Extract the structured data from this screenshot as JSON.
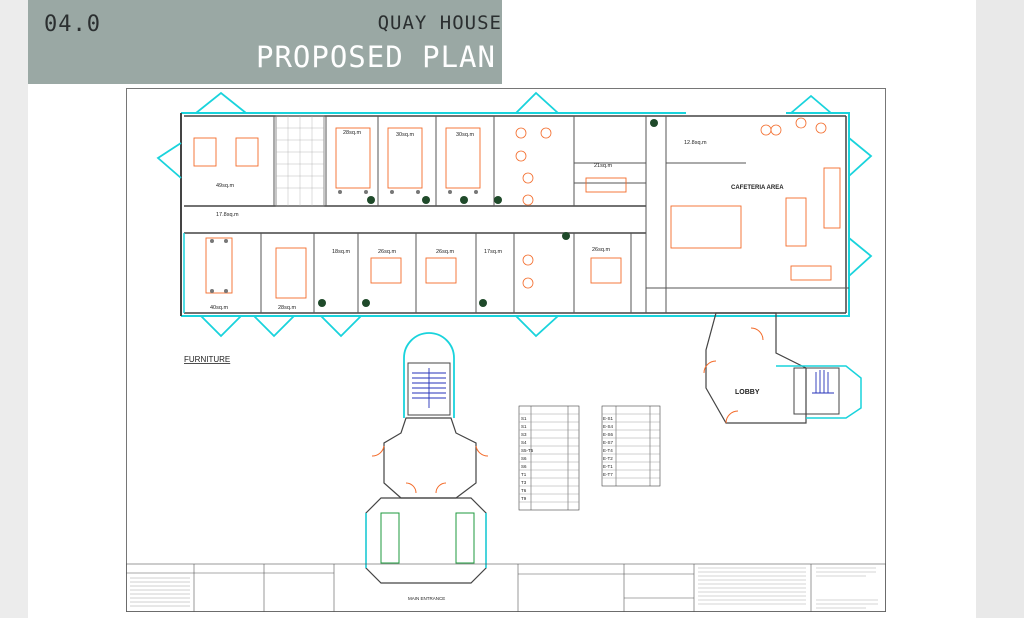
{
  "header": {
    "section_number": "04.0",
    "project_name": "QUAY HOUSE",
    "page_title": "PROPOSED PLAN"
  },
  "plan": {
    "rooms": [
      {
        "label": "49sq.m"
      },
      {
        "label": "28sq.m"
      },
      {
        "label": "30sq.m"
      },
      {
        "label": "30sq.m"
      },
      {
        "label": "12.8sq.m"
      },
      {
        "label": "21sq.m"
      },
      {
        "label": "CAFETERIA AREA"
      },
      {
        "label": "17.8sq.m"
      },
      {
        "label": "40sq.m"
      },
      {
        "label": "28sq.m"
      },
      {
        "label": "18sq.m"
      },
      {
        "label": "26sq.m"
      },
      {
        "label": "26sq.m"
      },
      {
        "label": "17sq.m"
      },
      {
        "label": "26sq.m"
      },
      {
        "label": "LOBBY"
      }
    ],
    "furniture_heading": "FURNITURE",
    "entrance_label": "MAIN ENTRANCE"
  },
  "legend_tables": [
    {
      "codes": [
        "S1",
        "S1",
        "S3",
        "S4",
        "S5-T5",
        "S6",
        "S6",
        "T1",
        "T3",
        "T6",
        "T9"
      ]
    },
    {
      "codes": [
        "E-S1",
        "E-S4",
        "E-S6",
        "E-S7",
        "E-T4",
        "E-T2",
        "E-T1",
        "E-T7"
      ]
    }
  ],
  "colors": {
    "header_band": "#9aa8a4",
    "glazing": "#19d3dc",
    "furniture": "#f36b2a",
    "walls": "#444444",
    "stairs": "#2432b8"
  }
}
